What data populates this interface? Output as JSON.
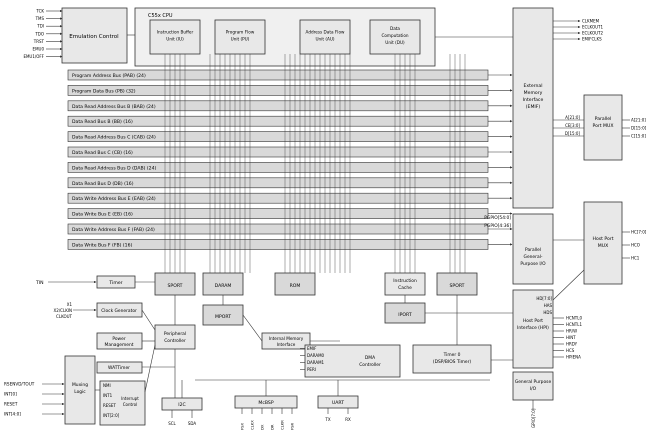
{
  "emulation": {
    "label": "Emulation Control",
    "pins": [
      "TCK",
      "TMS",
      "TDI",
      "TDO",
      "TRST",
      "EMU0",
      "EMU1/OFF"
    ]
  },
  "cpu": {
    "title": "C55x CPU",
    "units": [
      {
        "l1": "Instruction Buffer",
        "l2": "Unit (IU)"
      },
      {
        "l1": "Program Flow",
        "l2": "Unit (PU)"
      },
      {
        "l1": "Address Data Flow",
        "l2": "Unit (AU)"
      },
      {
        "l1": "Data",
        "l2": "Computation",
        "l3": "Unit (DU)"
      }
    ]
  },
  "buses": [
    "Program Address Bus (PAB) (24)",
    "Program Data Bus (PB) (32)",
    "Data Read Address Bus B (BAB) (24)",
    "Data Read Bus B (BB) (16)",
    "Data Read Address Bus C (CAB) (24)",
    "Data Read Bus C (CB) (16)",
    "Data Read Address Bus D (DAB) (24)",
    "Data Read Bus D (DB) (16)",
    "Data Write Address Bus E (EAB) (24)",
    "Data Write Bus E (EB) (16)",
    "Data Write Address Bus F (FAB) (24)",
    "Data Write Bus F (FB) (16)"
  ],
  "emif": {
    "l1": "External",
    "l2": "Memory",
    "l3": "Interface",
    "l4": "(EMIF)",
    "pins_left": [
      "A[21:0]",
      "CE[3:0]",
      "D[15:0]"
    ],
    "pins_right": [
      "CLKMEM",
      "ECLKOUT1",
      "ECLKOUT2",
      "EMIFCLKS"
    ]
  },
  "parallel": {
    "l1": "Parallel",
    "l2": "Port MUX",
    "pins": [
      "A[21:0]",
      "D[15:0]",
      "C[15:0]"
    ]
  },
  "gpio": {
    "pins": [
      "PGPIO[54:0]",
      "PGPIO[4:36]"
    ],
    "l1": "Parallel",
    "l2": "General-",
    "l3": "Purpose I/O"
  },
  "hostmux": {
    "l1": "Host Port",
    "l2": "MUX",
    "pins": [
      "HC[7:0]",
      "HCO",
      "HC1"
    ]
  },
  "hpi": {
    "l1": "Host Port",
    "l2": "Interface (HPI)",
    "pins_left": [
      "HD[7:0]",
      "HAS",
      "HDS"
    ],
    "pins_right": [
      "HCNTL0",
      "HCNTL1",
      "HR/W",
      "HINT",
      "HRDY",
      "HCS",
      "HPIENA"
    ]
  },
  "gpio_main": {
    "l1": "General Purpose",
    "l2": "I/O",
    "pin": "GPIO[7:0]"
  },
  "timer_pin": "TIN",
  "timer": "Timer",
  "clockgen": {
    "label": "Clock Generator",
    "pins": [
      "X2/CLKIN",
      "X1",
      "CLKOUT"
    ]
  },
  "power": {
    "l1": "Power",
    "l2": "Management"
  },
  "watchdog": "WATTimer",
  "mux_logic": {
    "l1": "Muxing",
    "l2": "Logic"
  },
  "interrupt": {
    "l1": "Interrupt",
    "l2": "Control",
    "pins": [
      "NMI",
      "INT1",
      "RESET",
      "INT[2:0]"
    ]
  },
  "left_pins": [
    "RSENVD/TOUT",
    "INT[0]",
    "RESET",
    "INT[4:0]"
  ],
  "sport_left": "SPORT",
  "daram": "DARAM",
  "rom": "ROM",
  "icache": {
    "l1": "Instruction",
    "l2": "Cache"
  },
  "sport_right": "SPORT",
  "mport": "MPORT",
  "iport": "IPORT",
  "periph": {
    "l1": "Peripheral",
    "l2": "Controller"
  },
  "imi": {
    "l1": "Internal Memory",
    "l2": "Interface"
  },
  "dma": {
    "l1": "DMA",
    "l2": "Controller",
    "ports": [
      "EMIF",
      "DARAM0",
      "DARAM1",
      "PERI"
    ]
  },
  "timer0": {
    "l1": "Timer 0",
    "l2": "(DSP/BIOS Timer)"
  },
  "i2c": {
    "label": "I2C",
    "pins": [
      "SCL",
      "SDA"
    ]
  },
  "mcbsp": {
    "label": "McBSP",
    "pins": [
      "FSX",
      "CLKX",
      "DX",
      "DR",
      "CLKR",
      "FSR"
    ]
  },
  "uart": {
    "label": "UART",
    "pins": [
      "TX",
      "RX"
    ]
  },
  "colors": {
    "block": "#e8e8e8",
    "bus": "#d9d9d9",
    "line": "#333333",
    "cpu": "#f0f0f0"
  }
}
